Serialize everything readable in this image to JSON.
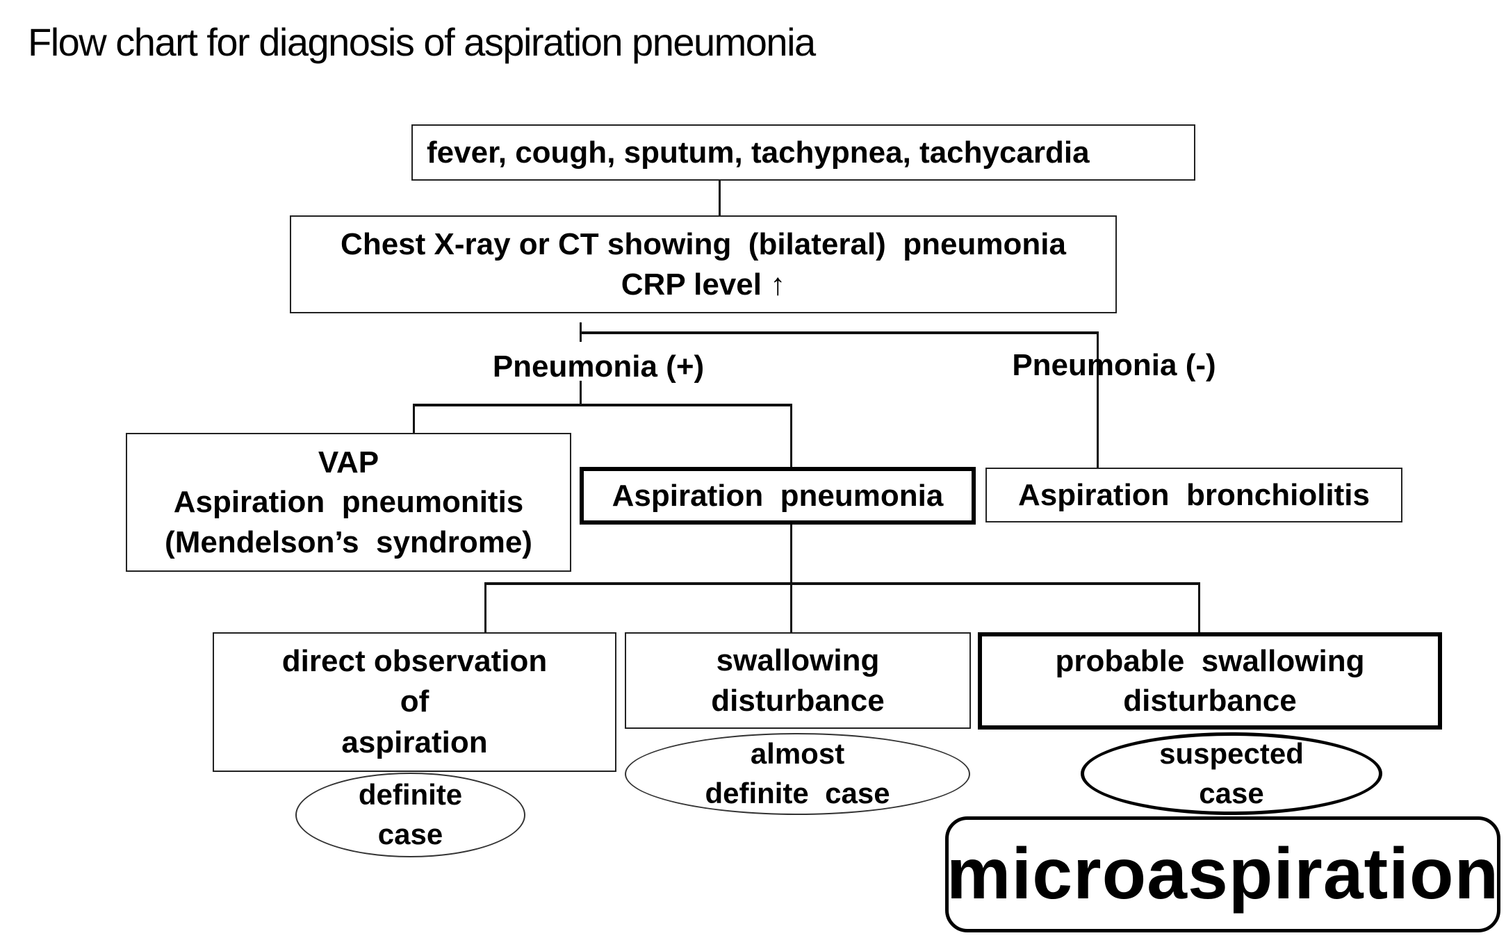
{
  "title": "Flow chart for diagnosis of aspiration pneumonia",
  "nodes": {
    "symptoms": {
      "lines": [
        "fever, cough, sputum, tachypnea, tachycardia"
      ]
    },
    "imaging": {
      "lines": [
        "Chest X-ray or CT showing  (bilateral)  pneumonia",
        "CRP level ↑"
      ]
    },
    "pneumonia_positive": "Pneumonia (+)",
    "pneumonia_negative": "Pneumonia (-)",
    "vap": {
      "lines": [
        "VAP",
        "Aspiration  pneumonitis",
        "(Mendelson’s  syndrome)"
      ]
    },
    "aspiration_pneumonia": {
      "lines": [
        "Aspiration  pneumonia"
      ],
      "emphasized": true
    },
    "aspiration_bronchiolitis": {
      "lines": [
        "Aspiration  bronchiolitis"
      ]
    },
    "direct_observation": {
      "lines": [
        "direct observation",
        "of",
        "aspiration"
      ]
    },
    "swallowing_disturbance": {
      "lines": [
        "swallowing",
        "disturbance"
      ]
    },
    "probable_swallowing": {
      "lines": [
        "probable  swallowing",
        "disturbance"
      ],
      "emphasized": true
    },
    "definite_case": {
      "lines": [
        "definite",
        "case"
      ]
    },
    "almost_definite_case": {
      "lines": [
        "almost",
        "definite  case"
      ]
    },
    "suspected_case": {
      "lines": [
        "suspected",
        "case"
      ],
      "emphasized": true
    },
    "microaspiration": "microaspiration"
  },
  "edges": [
    [
      "symptoms",
      "imaging"
    ],
    [
      "imaging",
      "pneumonia_positive"
    ],
    [
      "imaging",
      "pneumonia_negative"
    ],
    [
      "pneumonia_positive",
      "vap"
    ],
    [
      "pneumonia_positive",
      "aspiration_pneumonia"
    ],
    [
      "pneumonia_negative",
      "aspiration_bronchiolitis"
    ],
    [
      "aspiration_pneumonia",
      "direct_observation"
    ],
    [
      "aspiration_pneumonia",
      "swallowing_disturbance"
    ],
    [
      "aspiration_pneumonia",
      "probable_swallowing"
    ]
  ]
}
